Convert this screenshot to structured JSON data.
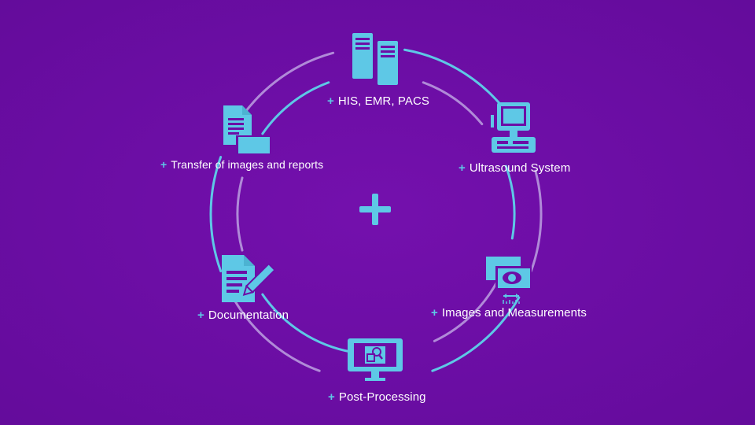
{
  "colors": {
    "background": "#6c0ea6",
    "accent": "#5ec8e6",
    "ring_fade": "#b08ad8",
    "text": "#ffffff"
  },
  "center": {
    "icon": "plus-icon"
  },
  "nodes": [
    {
      "id": "his",
      "plus": "+",
      "label": "HIS, EMR, PACS",
      "icon": "server-icon"
    },
    {
      "id": "ultrasound",
      "plus": "+",
      "label": "Ultrasound System",
      "icon": "ultrasound-machine-icon"
    },
    {
      "id": "images",
      "plus": "+",
      "label": "Images and Measurements",
      "icon": "image-measurement-icon"
    },
    {
      "id": "postprocessing",
      "plus": "+",
      "label": "Post-Processing",
      "icon": "monitor-search-icon"
    },
    {
      "id": "documentation",
      "plus": "+",
      "label": "Documentation",
      "icon": "document-pen-icon"
    },
    {
      "id": "transfer",
      "plus": "+",
      "label": "Transfer of images and reports",
      "icon": "document-transfer-icon"
    }
  ]
}
